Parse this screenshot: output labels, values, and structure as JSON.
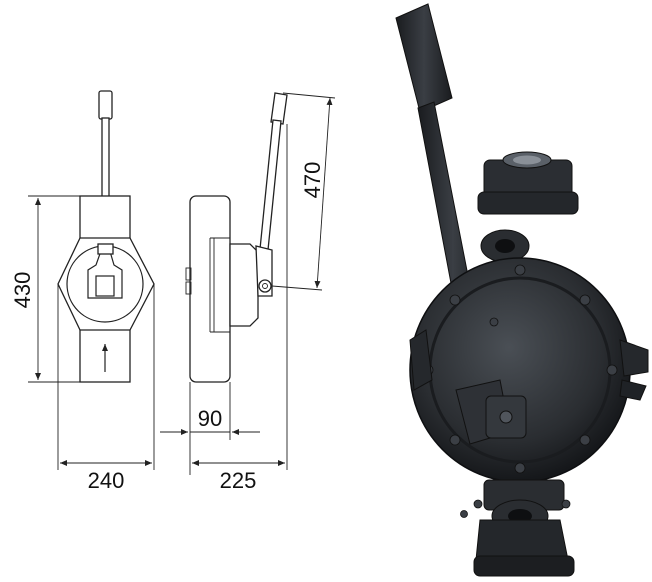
{
  "dimensions": {
    "height_front": "430",
    "handle_length": "470",
    "depth_body": "90",
    "width_front": "240",
    "width_side": "225"
  },
  "colors": {
    "drawing_stroke": "#222222",
    "pump_body": "#2a2d31",
    "pump_highlight": "#4a4f55"
  }
}
